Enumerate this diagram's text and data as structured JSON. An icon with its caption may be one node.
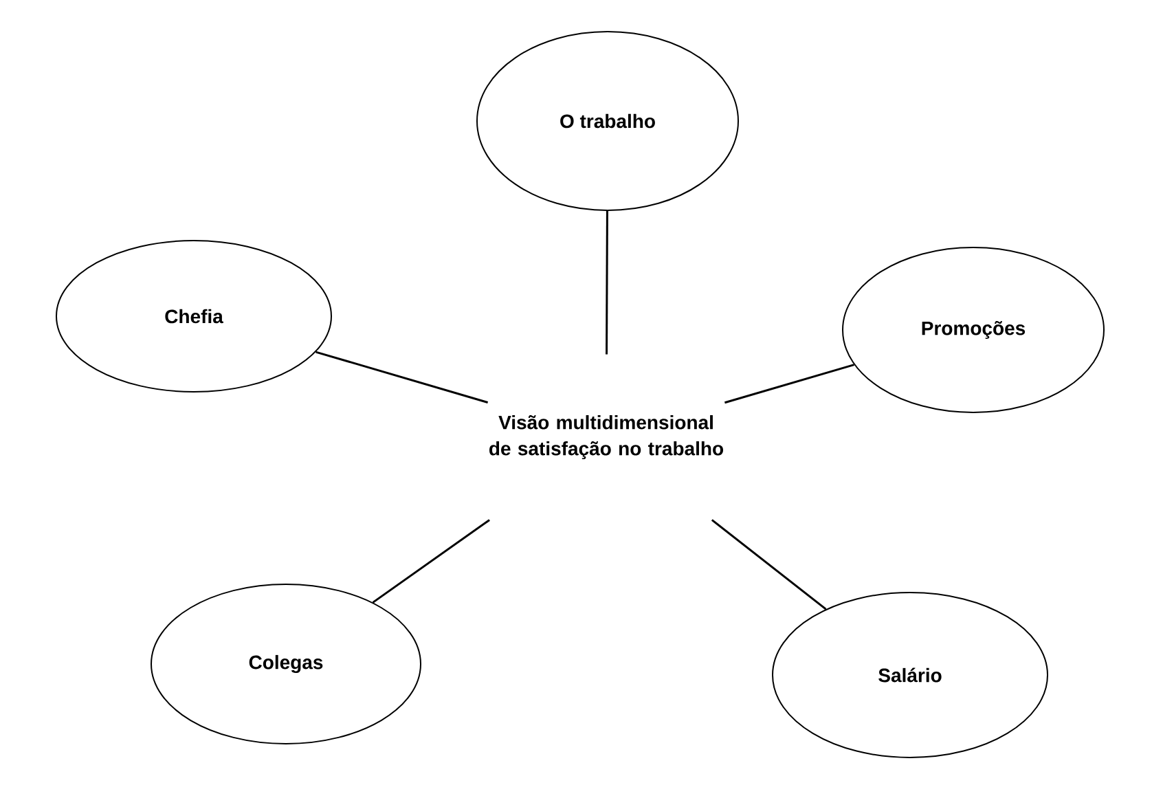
{
  "diagram": {
    "nodes": [
      {
        "text": [
          "O trabalho"
        ]
      },
      {
        "text": [
          "Chefia"
        ]
      },
      {
        "text": [
          "Visão multidimensional de satisfação no trabalho"
        ]
      },
      {
        "text": [
          "Promoções"
        ]
      },
      {
        "text": [
          "Colegas"
        ]
      },
      {
        "text": [
          "Salário"
        ]
      }
    ],
    "edges": [
      {
        "from": 2,
        "to": 0,
        "arrow": "none"
      },
      {
        "from": 2,
        "to": 1,
        "arrow": "none"
      },
      {
        "from": 2,
        "to": 3,
        "arrow": "none"
      },
      {
        "from": 2,
        "to": 4,
        "arrow": "none"
      },
      {
        "from": 2,
        "to": 5,
        "arrow": "none"
      }
    ]
  }
}
